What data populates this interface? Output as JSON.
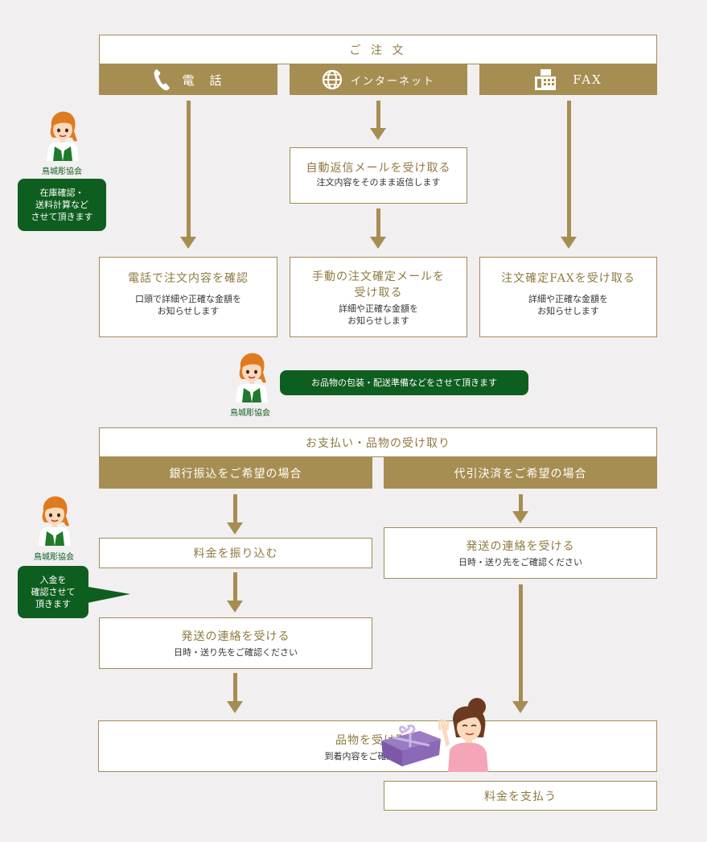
{
  "order": {
    "title": "ご 注 文",
    "phone_label": "電　話",
    "internet_label": "インターネット",
    "fax_label": "FAX"
  },
  "auto_reply": {
    "title": "自動返信メールを受け取る",
    "sub": "注文内容をそのまま返信します"
  },
  "confirm_phone": {
    "title": "電話で注文内容を確認",
    "sub1": "口頭で詳細や正確な金額を",
    "sub2": "お知らせします"
  },
  "confirm_mail": {
    "title1": "手動の注文確定メールを",
    "title2": "受け取る",
    "sub1": "詳細や正確な金額を",
    "sub2": "お知らせします"
  },
  "confirm_fax": {
    "title": "注文確定FAXを受け取る",
    "sub1": "詳細や正確な金額を",
    "sub2": "お知らせします"
  },
  "staff": {
    "name": "鳥城彫協会",
    "bubble1": "在庫確認・\n送料計算など\nさせて頂きます",
    "bubble2": "お品物の包装・配送準備などをさせて頂きます",
    "bubble3": "入金を\n確認させて\n頂きます"
  },
  "payment": {
    "title": "お支払い・品物の受け取り",
    "bank_label": "銀行振込をご希望の場合",
    "cod_label": "代引決済をご希望の場合"
  },
  "bank_transfer": {
    "title": "料金を振り込む"
  },
  "shipping_bank": {
    "title": "発送の連絡を受ける",
    "sub": "日時・送り先をご確認ください"
  },
  "shipping_cod": {
    "title": "発送の連絡を受ける",
    "sub": "日時・送り先をご確認ください"
  },
  "receive": {
    "title": "品物を受け取る",
    "sub": "到着内容をご確認ください"
  },
  "pay_fee": {
    "title": "料金を支払う"
  },
  "colors": {
    "gold": "#a68e52",
    "gold_text": "#8f7a3f",
    "green": "#0e5e1f",
    "background": "#f2eff0"
  }
}
